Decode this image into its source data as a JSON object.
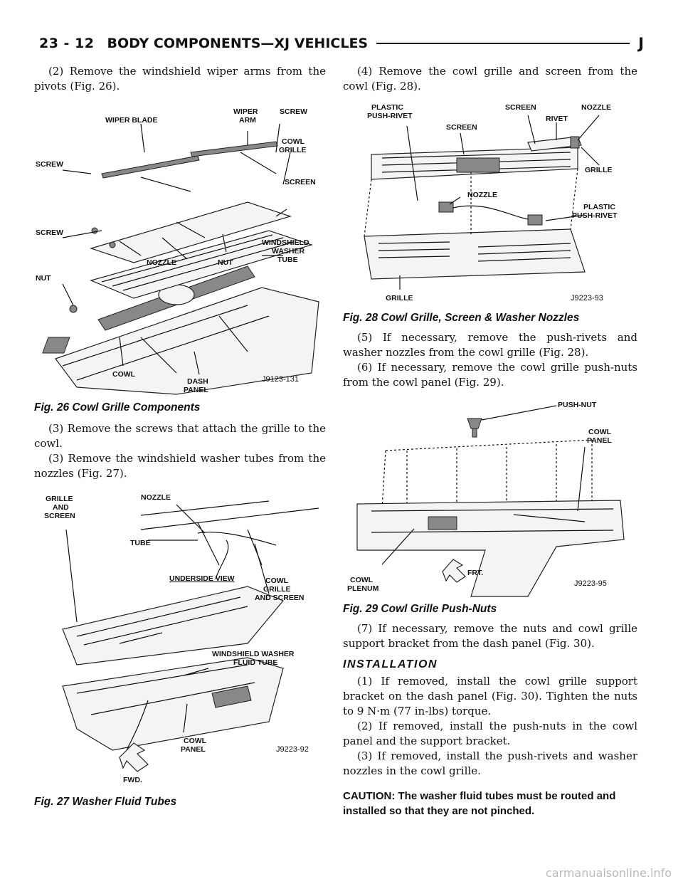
{
  "header": {
    "page_number": "23 - 12",
    "title": "BODY COMPONENTS—XJ VEHICLES",
    "letter": "J"
  },
  "left": {
    "step2": "(2) Remove the windshield wiper arms from the pivots (Fig. 26).",
    "fig26": {
      "labels": [
        "WIPER BLADE",
        "WIPER",
        "ARM",
        "SCREW",
        "COWL",
        "GRILLE",
        "SCREW",
        "SCREEN",
        "SCREW",
        "NOZZLE",
        "NUT",
        "WINDSHIELD",
        "WASHER",
        "TUBE",
        "NUT",
        "COWL",
        "DASH",
        "PANEL"
      ],
      "code": "J9123-131",
      "caption": "Fig. 26 Cowl Grille Components"
    },
    "step3a": "(3) Remove the screws that attach the grille to the cowl.",
    "step3b": "(3) Remove the windshield washer tubes from the nozzles (Fig. 27).",
    "fig27": {
      "labels": [
        "GRILLE",
        "AND",
        "SCREEN",
        "NOZZLE",
        "TUBE",
        "UNDERSIDE VIEW",
        "COWL",
        "GRILLE",
        "AND SCREEN",
        "WINDSHIELD WASHER",
        "FLUID TUBE",
        "FWD.",
        "COWL",
        "PANEL"
      ],
      "code": "J9223-92",
      "caption": "Fig. 27 Washer Fluid Tubes"
    }
  },
  "right": {
    "step4": "(4) Remove the cowl grille and screen from the cowl (Fig. 28).",
    "fig28": {
      "labels": [
        "PLASTIC",
        "PUSH-RIVET",
        "SCREEN",
        "SCREEN",
        "RIVET",
        "NOZZLE",
        "GRILLE",
        "NOZZLE",
        "PLASTIC",
        "PUSH-RIVET",
        "GRILLE"
      ],
      "code": "J9223-93",
      "caption": "Fig. 28 Cowl Grille, Screen & Washer Nozzles"
    },
    "step5": "(5) If necessary, remove the push-rivets and washer nozzles from the cowl grille (Fig. 28).",
    "step6": "(6) If necessary, remove the cowl grille push-nuts from the cowl panel (Fig. 29).",
    "fig29": {
      "labels": [
        "PUSH-NUT",
        "COWL",
        "PANEL",
        "COWL",
        "PLENUM",
        "FRT."
      ],
      "code": "J9223-95",
      "caption": "Fig. 29 Cowl Grille Push-Nuts"
    },
    "step7": "(7) If necessary, remove the nuts and cowl grille support bracket from the dash panel (Fig. 30).",
    "section": "INSTALLATION",
    "inst1": "(1) If removed, install the cowl grille support bracket on the dash panel (Fig. 30). Tighten the nuts to 9 N·m (77 in-lbs) torque.",
    "inst2": "(2) If removed, install the push-nuts in the cowl panel and the support bracket.",
    "inst3": "(3) If removed, install the push-rivets and washer nozzles in the cowl grille.",
    "caution": "CAUTION: The washer fluid tubes must be routed and installed so that they are not pinched."
  },
  "watermark": "carmanualsonline.info"
}
